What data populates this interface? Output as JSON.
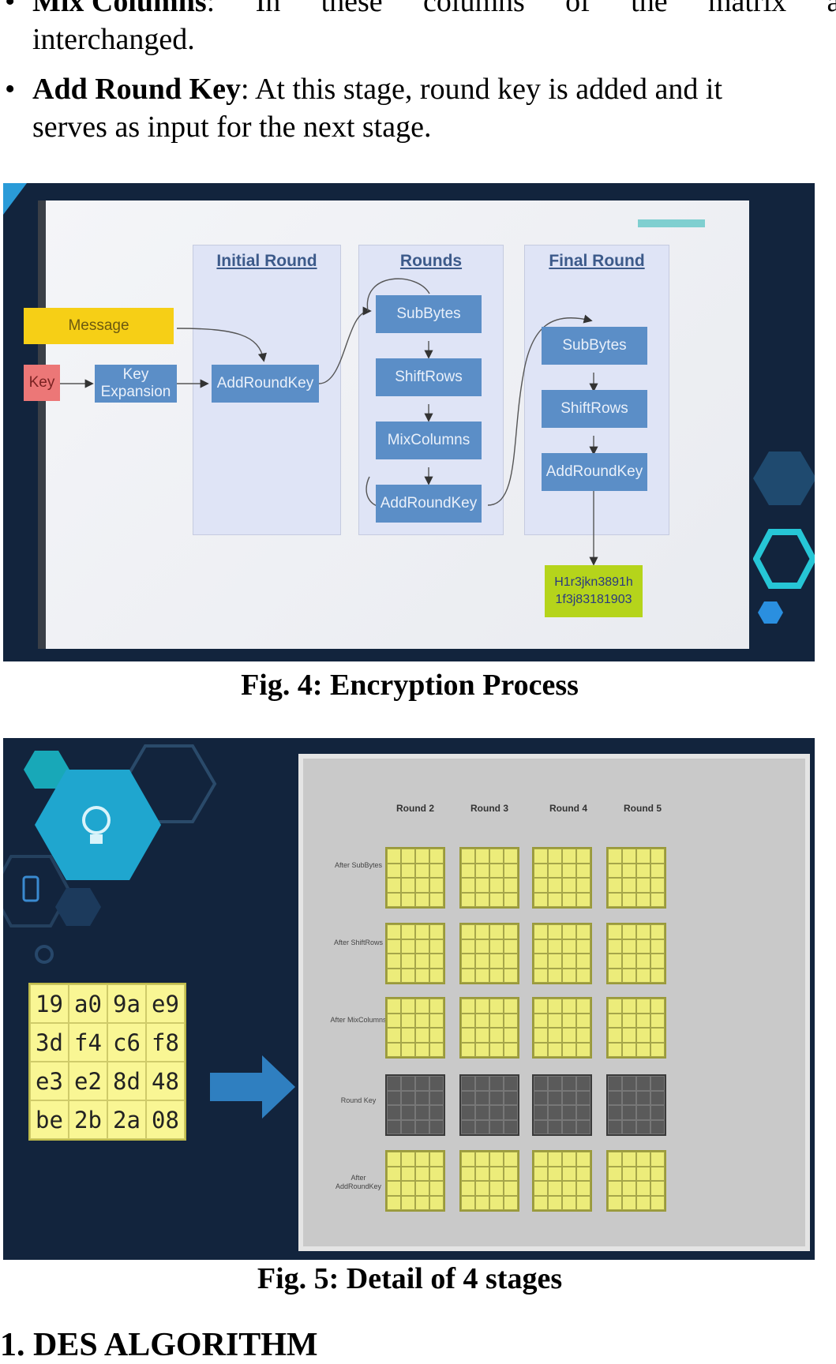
{
  "bullets": [
    {
      "term": "Mix Columns",
      "sep": ":",
      "words_line1": [
        "In",
        "these",
        "columns",
        "of",
        "the",
        "matrix",
        "are"
      ],
      "line2": "interchanged."
    },
    {
      "term": "Add Round Key",
      "rest_line1": ": At this stage, round key is added and it",
      "line2": "serves as input for the next stage."
    }
  ],
  "fig4": {
    "stages": [
      "Initial Round",
      "Rounds",
      "Final Round"
    ],
    "message": "Message",
    "key": "Key",
    "key_expansion": "Key Expansion",
    "initial_add_round_key": "AddRoundKey",
    "rounds_steps": [
      "SubBytes",
      "ShiftRows",
      "MixColumns",
      "AddRoundKey"
    ],
    "final_steps": [
      "SubBytes",
      "ShiftRows",
      "AddRoundKey"
    ],
    "output_line1": "H1r3jkn3891h",
    "output_line2": "1f3j83181903",
    "caption": "Fig. 4: Encryption Process"
  },
  "fig5": {
    "round_headers": [
      "Round 2",
      "Round 3",
      "Round 4",
      "Round 5"
    ],
    "row_labels": [
      "After SubBytes",
      "After ShiftRows",
      "After MixColumns",
      "Round Key",
      "After AddRoundKey"
    ],
    "state_matrix": [
      "19",
      "a0",
      "9a",
      "e9",
      "3d",
      "f4",
      "c6",
      "f8",
      "e3",
      "e2",
      "8d",
      "48",
      "be",
      "2b",
      "2a",
      "08"
    ],
    "caption": "Fig. 5: Detail of 4 stages"
  },
  "section_heading": "DES ALGORITHM",
  "colors": {
    "slide_bg": "#12243d",
    "step_box": "#5b8ec7",
    "message": "#f6cf16",
    "key": "#ec7777",
    "output": "#b5d41b",
    "matrix_cell": "#f9f694"
  }
}
